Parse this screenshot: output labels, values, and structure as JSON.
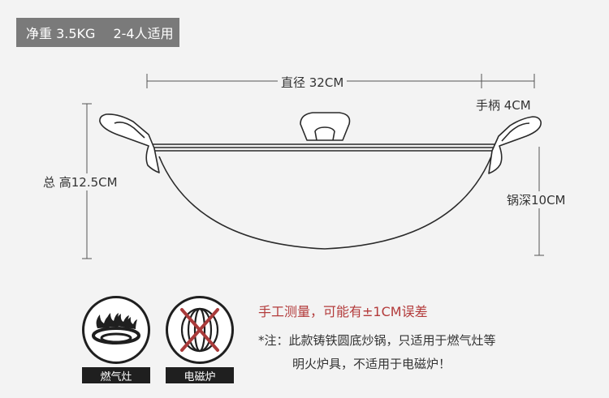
{
  "spec": {
    "weight": "净重 3.5KG",
    "people": "2-4人适用"
  },
  "dimensions": {
    "diameter": "直径 32CM",
    "handle": "手柄 4CM",
    "total_height": "总 高12.5CM",
    "depth": "锅深10CM"
  },
  "icons": {
    "gas": {
      "label": "燃气灶",
      "icon": "gas-flame-icon"
    },
    "induction": {
      "label": "电磁炉",
      "icon": "induction-coil-crossed-icon"
    }
  },
  "notes": {
    "measure_warning": "手工测量，可能有±1CM误差",
    "usage_line1": "*注：此款铸铁圆底炒锅，只适用于燃气灶等",
    "usage_line2": "明火炉具，不适用于电磁炉！"
  },
  "colors": {
    "banner": "#7a7a7a",
    "warning": "#b33b3b",
    "cross": "#a93a3a",
    "line": "#444444"
  }
}
